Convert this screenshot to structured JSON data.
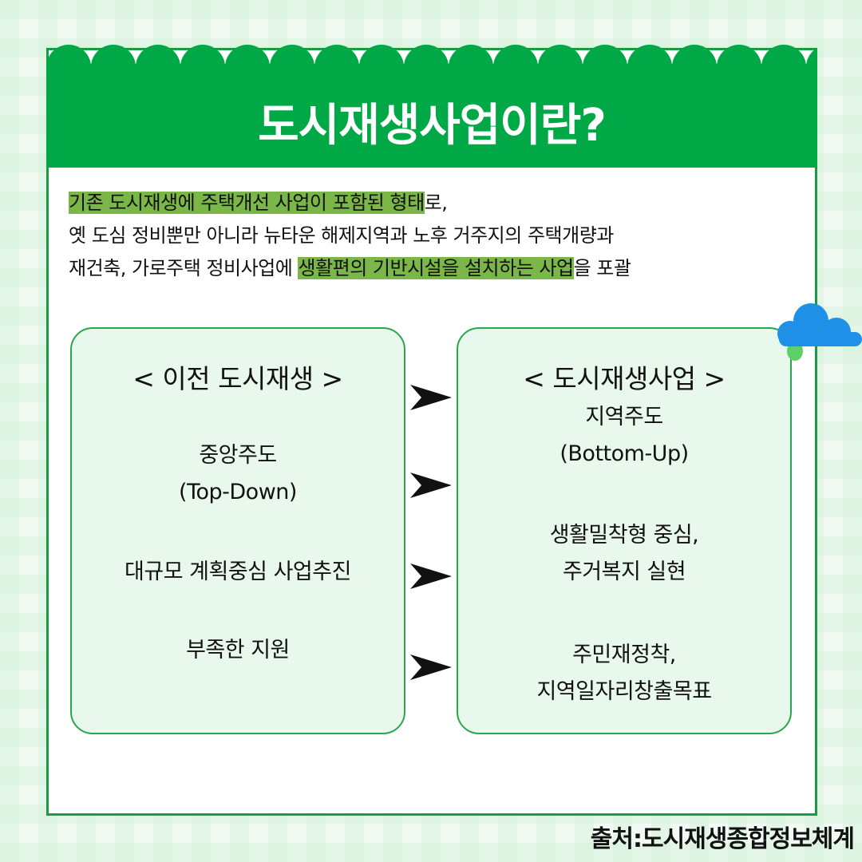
{
  "header": {
    "title": "도시재생사업이란?"
  },
  "intro": {
    "line1_hl": "기존 도시재생에 주택개선 사업이 포함된 형태",
    "line1_rest": "로,",
    "line2": "옛 도심 정비뿐만 아니라 뉴타운 해제지역과 노후 거주지의 주택개량과",
    "line3_pre": "재건축, 가로주택 정비사업에 ",
    "line3_hl": "생활편의 기반시설을 설치하는 사업",
    "line3_post": "을 포괄"
  },
  "before": {
    "title": "< 이전 도시재생 >",
    "items": [
      {
        "line1": "중앙주도",
        "line2": "(Top-Down)"
      },
      {
        "line1": "대규모 계획중심 사업추진"
      },
      {
        "line1": "부족한 지원"
      }
    ]
  },
  "after": {
    "title": "< 도시재생사업 >",
    "items": [
      {
        "line1": "지역주도",
        "line2": "(Bottom-Up)"
      },
      {
        "line1": "생활밀착형 중심,",
        "line2": "주거복지 실현"
      },
      {
        "line1": "주민재정착,",
        "line2": "지역일자리창출목표"
      }
    ]
  },
  "footer": {
    "source": "출처:도시재생종합정보체계"
  },
  "colors": {
    "brand_green": "#00a846",
    "highlight": "#7ab648",
    "box_fill": "#e9f8ec",
    "cloud": "#1e90e8"
  },
  "icons": [
    "arrow-right-icon",
    "cloud-icon"
  ]
}
